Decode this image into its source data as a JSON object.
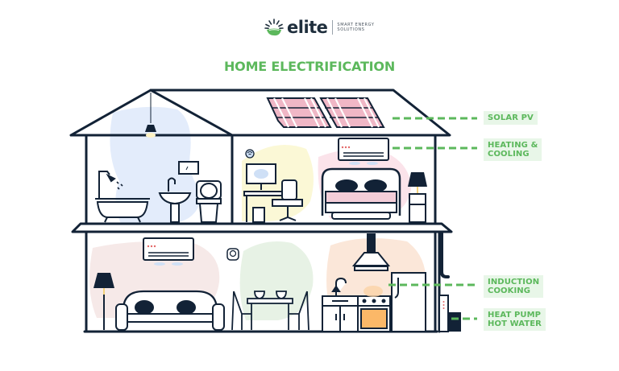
{
  "brand": {
    "name": "elite",
    "tagline_line1": "SMART ENERGY",
    "tagline_line2": "SOLUTIONS"
  },
  "title": "HOME ELECTRIFICATION",
  "colors": {
    "accent_green": "#5cb85c",
    "label_bg": "#e8f6e8",
    "outline_navy": "#122236",
    "solar_pink": "#f0b7c6",
    "bathroom_blob": "#e3ecfb",
    "office_blob": "#fbf8d6",
    "bedroom_blob": "#fbe3ea",
    "living_blob": "#f6e9e8",
    "dining_blob": "#e7f2e5",
    "kitchen_blob": "#fbe7d9"
  },
  "labels": [
    {
      "id": "solar-pv",
      "line1": "SOLAR PV",
      "line2": ""
    },
    {
      "id": "heating-cooling",
      "line1": "HEATING &",
      "line2": "COOLING"
    },
    {
      "id": "induction-cooking",
      "line1": "INDUCTION",
      "line2": "COOKING"
    },
    {
      "id": "heat-pump-hot-water",
      "line1": "HEAT PUMP",
      "line2": "HOT WATER"
    }
  ],
  "rooms": [
    "bathroom",
    "home office",
    "bedroom",
    "living room",
    "dining room",
    "kitchen"
  ]
}
